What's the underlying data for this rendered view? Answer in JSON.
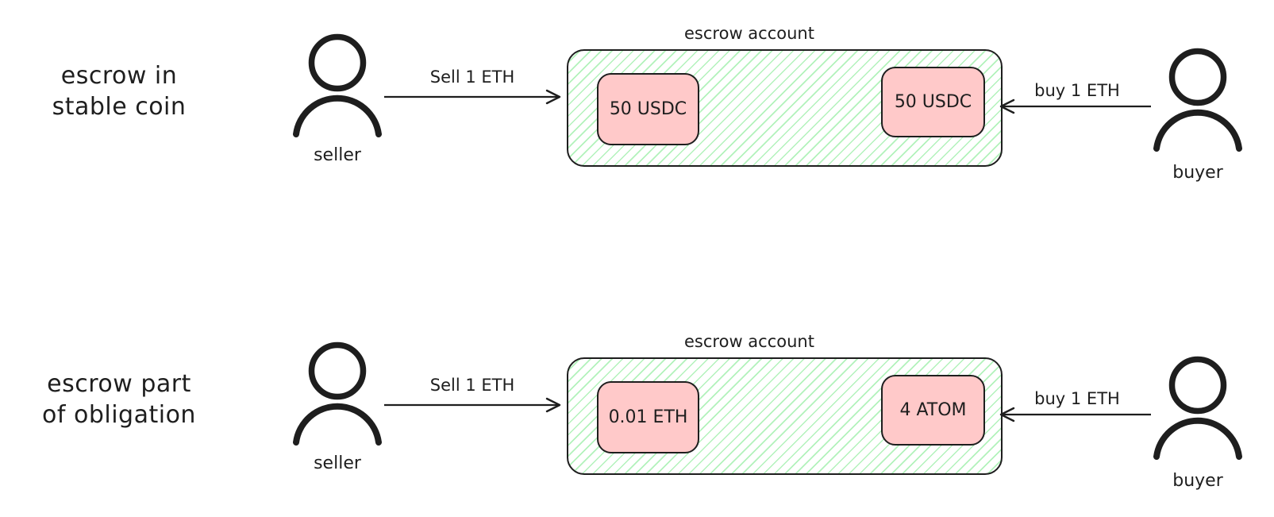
{
  "colors": {
    "stroke": "#1e1e1e",
    "escrow_hatch": "#b2f2bb",
    "token_fill": "#ffc9c9",
    "background": "#ffffff"
  },
  "rows": [
    {
      "side_label": {
        "line1": "escrow in",
        "line2": "stable coin"
      },
      "seller": {
        "label": "seller",
        "icon": "person-icon"
      },
      "buyer": {
        "label": "buyer",
        "icon": "person-icon"
      },
      "sell_arrow": {
        "label": "Sell 1 ETH",
        "direction": "right"
      },
      "buy_arrow": {
        "label": "buy 1 ETH",
        "direction": "left"
      },
      "escrow": {
        "title": "escrow account",
        "left_token": "50 USDC",
        "right_token": "50 USDC"
      }
    },
    {
      "side_label": {
        "line1": "escrow part",
        "line2": "of obligation"
      },
      "seller": {
        "label": "seller",
        "icon": "person-icon"
      },
      "buyer": {
        "label": "buyer",
        "icon": "person-icon"
      },
      "sell_arrow": {
        "label": "Sell 1 ETH",
        "direction": "right"
      },
      "buy_arrow": {
        "label": "buy 1 ETH",
        "direction": "left"
      },
      "escrow": {
        "title": "escrow account",
        "left_token": "0.01 ETH",
        "right_token": "4 ATOM"
      }
    }
  ]
}
